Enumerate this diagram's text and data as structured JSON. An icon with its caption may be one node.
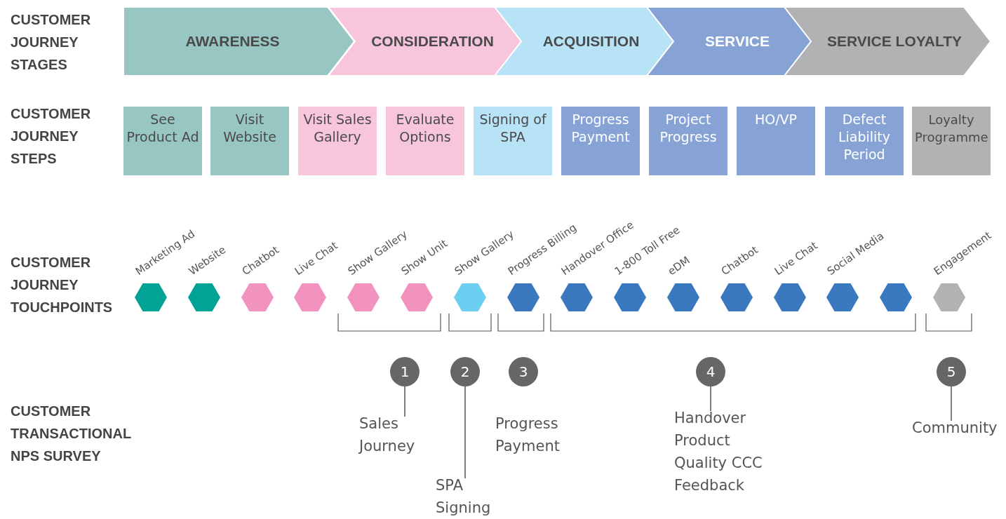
{
  "diagram": {
    "nodes": [
      {
        "text": [
          "AWARENESS"
        ]
      },
      {
        "text": [
          "CONSIDERATION"
        ]
      },
      {
        "text": [
          "ACQUISITION"
        ]
      },
      {
        "text": [
          "SERVICE"
        ]
      },
      {
        "text": [
          "SERVICE LOYALTY"
        ]
      },
      {
        "text": [
          "See Product Ad"
        ]
      },
      {
        "text": [
          "Visit Website"
        ]
      },
      {
        "text": [
          "Visit Sales Gallery"
        ]
      },
      {
        "text": [
          "Evaluate Options"
        ]
      },
      {
        "text": [
          "Signing of SPA"
        ]
      },
      {
        "text": [
          "Progress Payment"
        ]
      },
      {
        "text": [
          "Project Progress"
        ]
      },
      {
        "text": [
          "HO/VP"
        ]
      },
      {
        "text": [
          "Defect Liability Period"
        ]
      },
      {
        "text": [
          "Loyalty Programme"
        ]
      },
      {
        "text": [
          "Marketing Ad"
        ]
      },
      {
        "text": [
          "Website"
        ]
      },
      {
        "text": [
          "Chatbot"
        ]
      },
      {
        "text": [
          "Live Chat"
        ]
      },
      {
        "text": [
          "Show Gallery"
        ]
      },
      {
        "text": [
          "Show Unit"
        ]
      },
      {
        "text": [
          "Show Gallery"
        ]
      },
      {
        "text": [
          "Progress Billing"
        ]
      },
      {
        "text": [
          "Handover Office"
        ]
      },
      {
        "text": [
          "1-800 Toll Free"
        ]
      },
      {
        "text": [
          "eDM"
        ]
      },
      {
        "text": [
          "Chatbot"
        ]
      },
      {
        "text": [
          "Live Chat"
        ]
      },
      {
        "text": [
          "Social Media"
        ]
      },
      {
        "text": [],
        "shape": "hexagon"
      },
      {
        "text": [
          "Engagement"
        ]
      },
      {
        "text": [
          "1"
        ]
      },
      {
        "text": [
          "2"
        ]
      },
      {
        "text": [
          "3"
        ]
      },
      {
        "text": [
          "4"
        ]
      },
      {
        "text": [
          "5"
        ]
      },
      {
        "text": [
          "Sales Journey"
        ]
      },
      {
        "text": [
          "SPA Signing"
        ]
      },
      {
        "text": [
          "Progress Payment"
        ]
      },
      {
        "text": [
          "Handover Product Quality CCC Feedback"
        ]
      },
      {
        "text": [
          "Community"
        ]
      }
    ],
    "edges": [
      {
        "from": 31,
        "to": 36,
        "arrow": "none"
      },
      {
        "from": 32,
        "to": 37,
        "arrow": "none"
      },
      {
        "from": 34,
        "to": 39,
        "arrow": "none"
      },
      {
        "from": 35,
        "to": 40,
        "arrow": "none"
      }
    ],
    "labels": [
      "CUSTOMER JOURNEY STAGES",
      "CUSTOMER JOURNEY STEPS",
      "CUSTOMER JOURNEY TOUCHPOINTS",
      "CUSTOMER TRANSACTIONAL NPS SURVEY"
    ]
  }
}
